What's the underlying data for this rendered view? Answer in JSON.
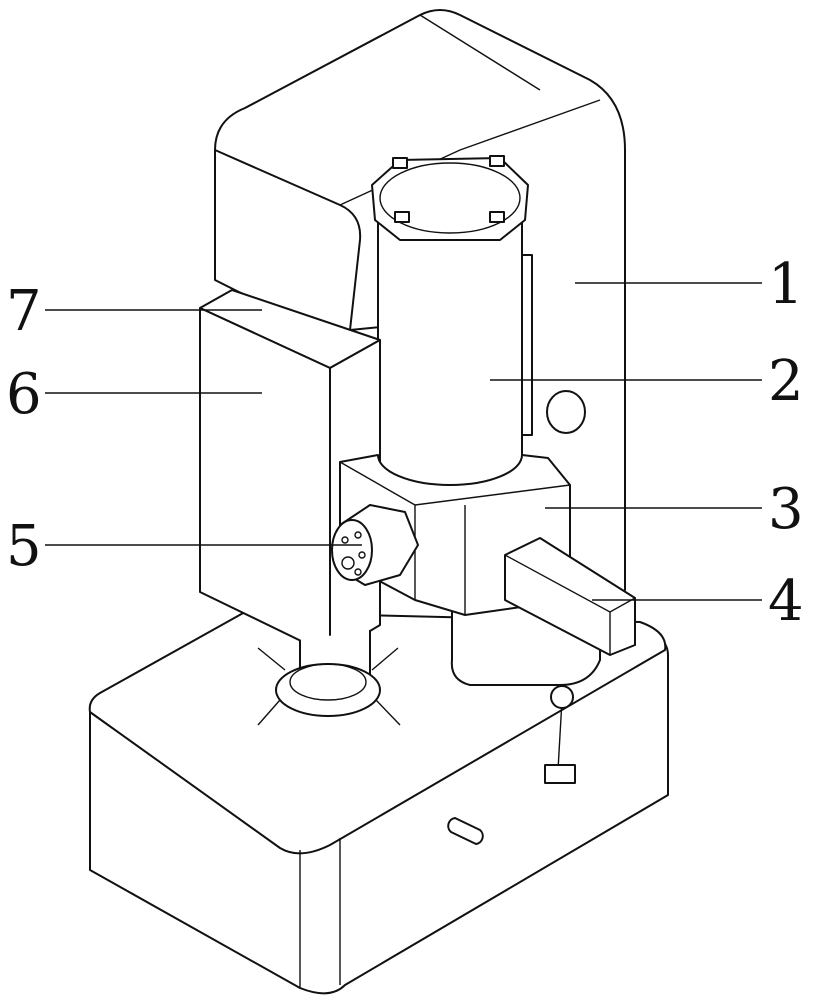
{
  "figure": {
    "labels": [
      {
        "id": "1",
        "part": "column"
      },
      {
        "id": "2",
        "part": "cylinder"
      },
      {
        "id": "3",
        "part": "block"
      },
      {
        "id": "4",
        "part": "arm"
      },
      {
        "id": "5",
        "part": "knob"
      },
      {
        "id": "6",
        "part": "box"
      },
      {
        "id": "7",
        "part": "box-top"
      }
    ]
  }
}
